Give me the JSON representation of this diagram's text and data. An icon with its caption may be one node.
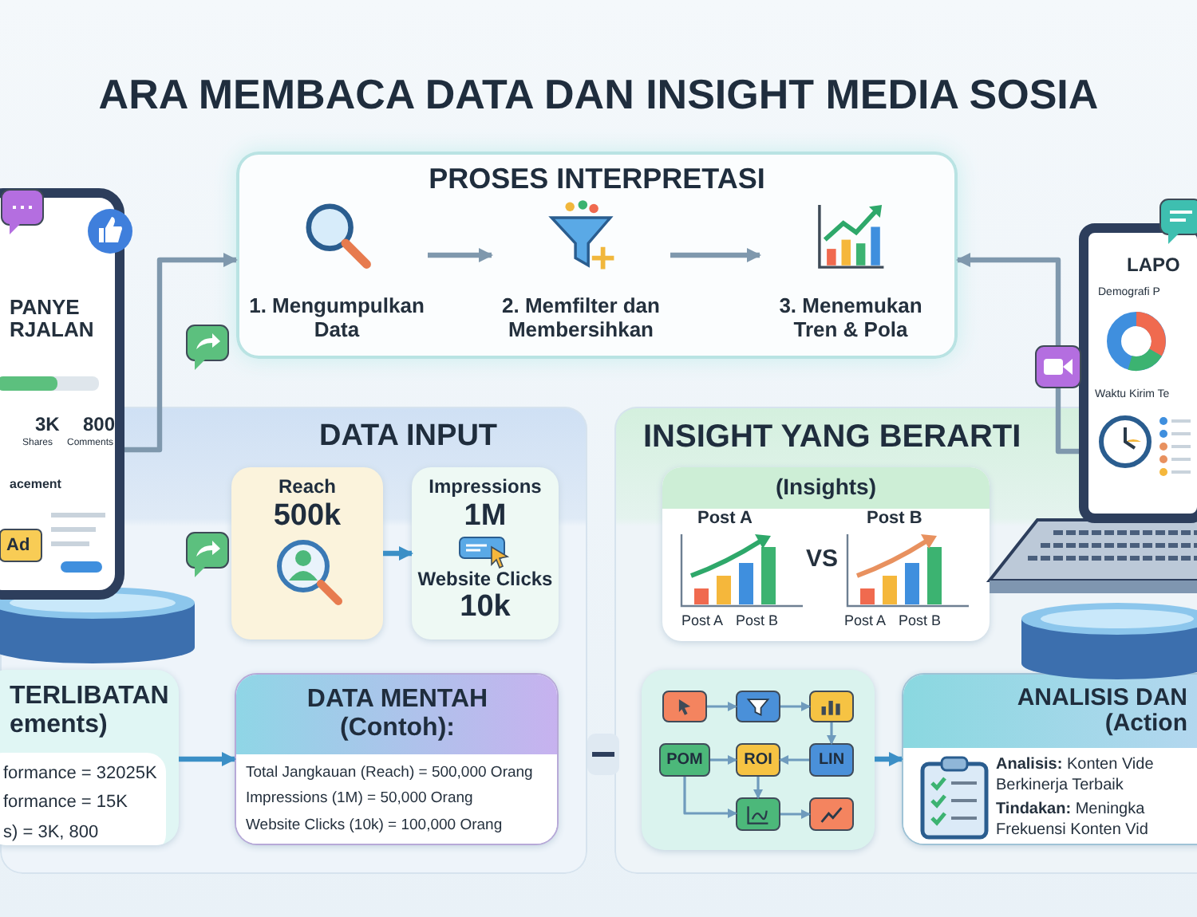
{
  "diagram": {
    "title": "ARA MEMBACA DATA DAN INSIGHT MEDIA SOSIA",
    "nodes": [
      {
        "text": [
          "PROSES INTERPRETASI"
        ]
      },
      {
        "text": [
          "1. Mengumpulkan Data"
        ],
        "in": 0
      },
      {
        "text": [
          "2. Memfilter dan Membersihkan"
        ],
        "in": 0
      },
      {
        "text": [
          "3. Menemukan Tren & Pola"
        ],
        "in": 0
      },
      {
        "text": [
          "PANYE RJALAN",
          "3K",
          "Shares",
          "800",
          "Comments",
          "acement",
          "Ad"
        ]
      },
      {
        "text": [
          "LAPO",
          "Demografi P",
          "Waktu Kirim Te"
        ]
      },
      {
        "text": [
          "DATA INPUT"
        ]
      },
      {
        "text": [
          "Reach",
          "500k"
        ],
        "in": 6
      },
      {
        "text": [
          "Impressions",
          "1M",
          "Website Clicks",
          "10k"
        ],
        "in": 6
      },
      {
        "text": [
          "TERLIBATAN ements)",
          "formance = 32025K",
          "formance = 15K",
          "s) = 3K, 800"
        ],
        "in": 6
      },
      {
        "text": [
          "DATA MENTAH (Contoh):",
          "Total Jangkauan (Reach) = 500,000 Orang",
          "Impressions (1M) = 50,000 Orang",
          "Website Clicks (10k) = 100,000 Orang"
        ],
        "in": 6
      },
      {
        "text": [
          "INSIGHT YANG BERARTI"
        ]
      },
      {
        "text": [
          "(Insights)",
          "Post A",
          "VS",
          "Post B",
          "Post A",
          "Post B",
          "Post A",
          "Post B"
        ],
        "in": 11
      },
      {
        "text": [],
        "shape": "box",
        "in": 11
      },
      {
        "text": [],
        "shape": "box",
        "in": 13
      },
      {
        "text": [],
        "shape": "box",
        "in": 13
      },
      {
        "text": [],
        "shape": "box",
        "in": 13
      },
      {
        "text": [
          "POM"
        ],
        "in": 13
      },
      {
        "text": [
          "ROI"
        ],
        "in": 13
      },
      {
        "text": [
          "LIN"
        ],
        "in": 13
      },
      {
        "text": [],
        "shape": "box",
        "in": 13
      },
      {
        "text": [],
        "shape": "box",
        "in": 13
      },
      {
        "text": [
          "ANALISIS DAN (Action",
          "**Analisis:** Konten Vide Berkinerja Terbaik",
          "**Tindakan:** Meningka Frekuensi Konten Vid"
        ],
        "in": 11
      }
    ],
    "edges": [
      {
        "from": 4,
        "to": 0,
        "arrow": "to",
        "style": "thick",
        "color": "#7f98ad"
      },
      {
        "from": 5,
        "to": 0,
        "arrow": "to",
        "style": "thick",
        "color": "#7f98ad"
      },
      {
        "from": 1,
        "to": 2,
        "arrow": "to",
        "style": "thick",
        "color": "#7f98ad"
      },
      {
        "from": 2,
        "to": 3,
        "arrow": "to",
        "style": "thick",
        "color": "#7f98ad"
      },
      {
        "from": 7,
        "to": 8,
        "arrow": "to",
        "style": "thick",
        "color": "#3b8fc6"
      },
      {
        "from": 9,
        "to": 10,
        "arrow": "to",
        "style": "thick",
        "color": "#3b8fc6"
      },
      {
        "from": 13,
        "to": 22,
        "arrow": "to",
        "style": "thick",
        "color": "#3b8fc6"
      },
      {
        "from": 14,
        "to": 15,
        "arrow": "to"
      },
      {
        "from": 15,
        "to": 16,
        "arrow": "to"
      },
      {
        "from": 16,
        "to": 19,
        "arrow": "to"
      },
      {
        "from": 19,
        "to": 18,
        "arrow": "to"
      },
      {
        "from": 17,
        "to": 18,
        "arrow": "to"
      },
      {
        "from": 18,
        "to": 20,
        "arrow": "to"
      },
      {
        "from": 17,
        "to": 20,
        "arrow": "to"
      },
      {
        "from": 20,
        "to": 21,
        "arrow": "to"
      }
    ]
  }
}
